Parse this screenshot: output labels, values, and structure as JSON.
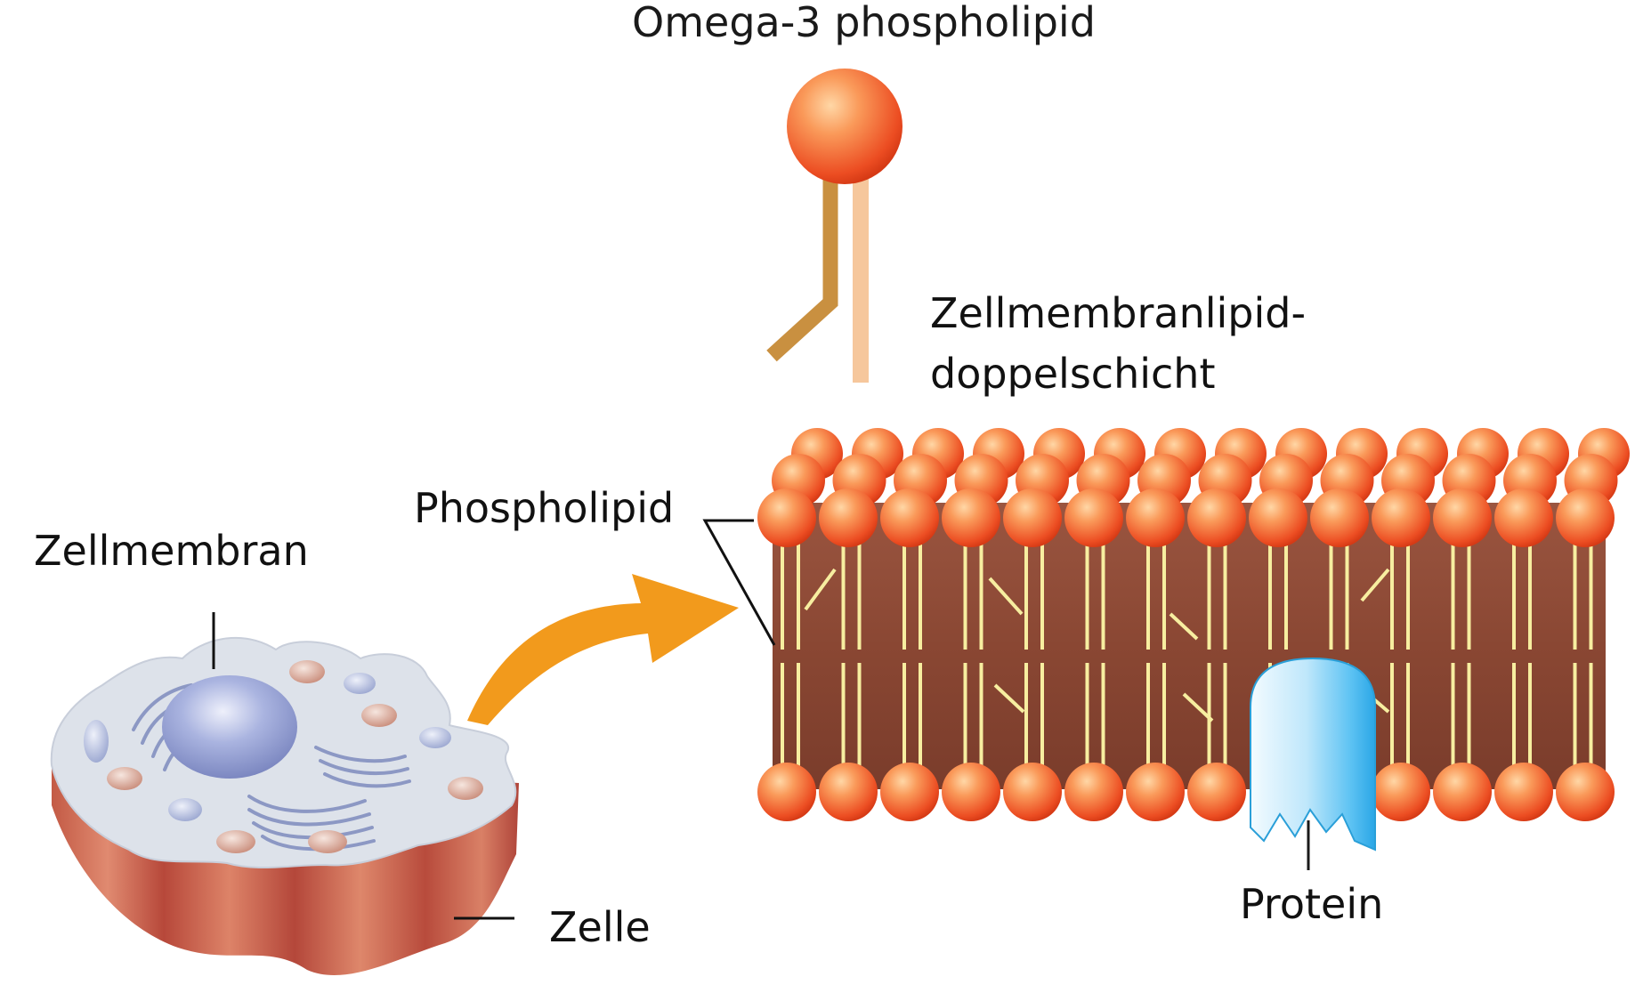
{
  "labels": {
    "omega3": "Omega-3 phospholipid",
    "bilayer_line1": "Zellmembranlipid-",
    "bilayer_line2": "doppelschicht",
    "phospholipid": "Phospholipid",
    "cell_membrane": "Zellmembran",
    "cell": "Zelle",
    "protein": "Protein"
  },
  "colors": {
    "head": "#f0642c",
    "membrane_core": "#8b4a36",
    "tail": "#f7eea0",
    "arrow": "#f29a1c",
    "protein": "#5cc1f2",
    "cell_top": "#dde2ea",
    "cell_side": "#b8503e",
    "nucleus": "#8d99cf"
  }
}
